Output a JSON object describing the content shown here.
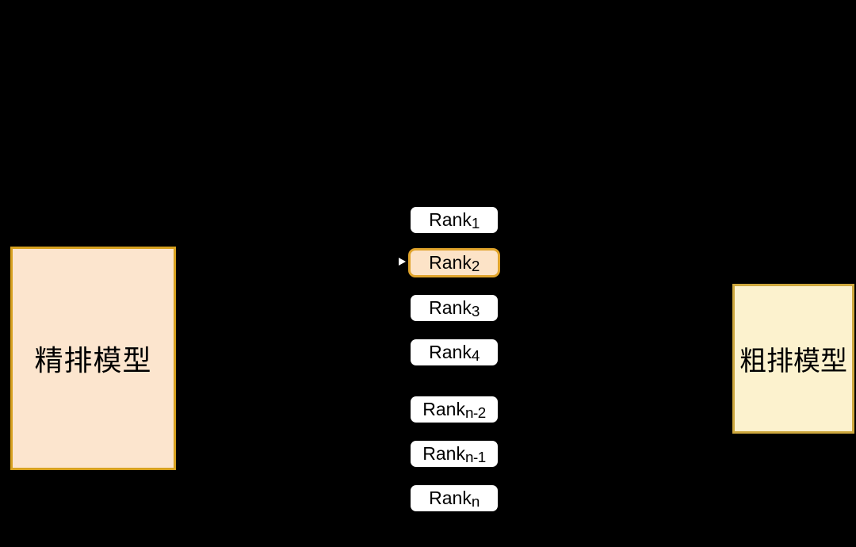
{
  "diagram": {
    "description_visible_only": "ranking diagram with black background"
  },
  "left_box": {
    "label": "精排模型"
  },
  "right_box": {
    "label": "粗排模型"
  },
  "ranks": {
    "items": [
      {
        "base": "Rank",
        "sub": "1",
        "highlighted": false
      },
      {
        "base": "Rank",
        "sub": "2",
        "highlighted": true
      },
      {
        "base": "Rank",
        "sub": "3",
        "highlighted": false
      },
      {
        "base": "Rank",
        "sub": "4",
        "highlighted": false
      },
      {
        "base": "Rank",
        "sub": "n-2",
        "highlighted": false
      },
      {
        "base": "Rank",
        "sub": "n-1",
        "highlighted": false
      },
      {
        "base": "Rank",
        "sub": "n",
        "highlighted": false
      }
    ]
  },
  "colors": {
    "bg": "#000000",
    "left-fill": "#FCE5CE",
    "left-border": "#D7A11F",
    "right-fill": "#FCF2CE",
    "right-border": "#CEA83E",
    "item-fill": "#FFFFFF",
    "hl-fill": "#FCE3C7",
    "hl-border": "#E0A42C",
    "text": "#000000",
    "arrow": "#FFFFFF"
  }
}
